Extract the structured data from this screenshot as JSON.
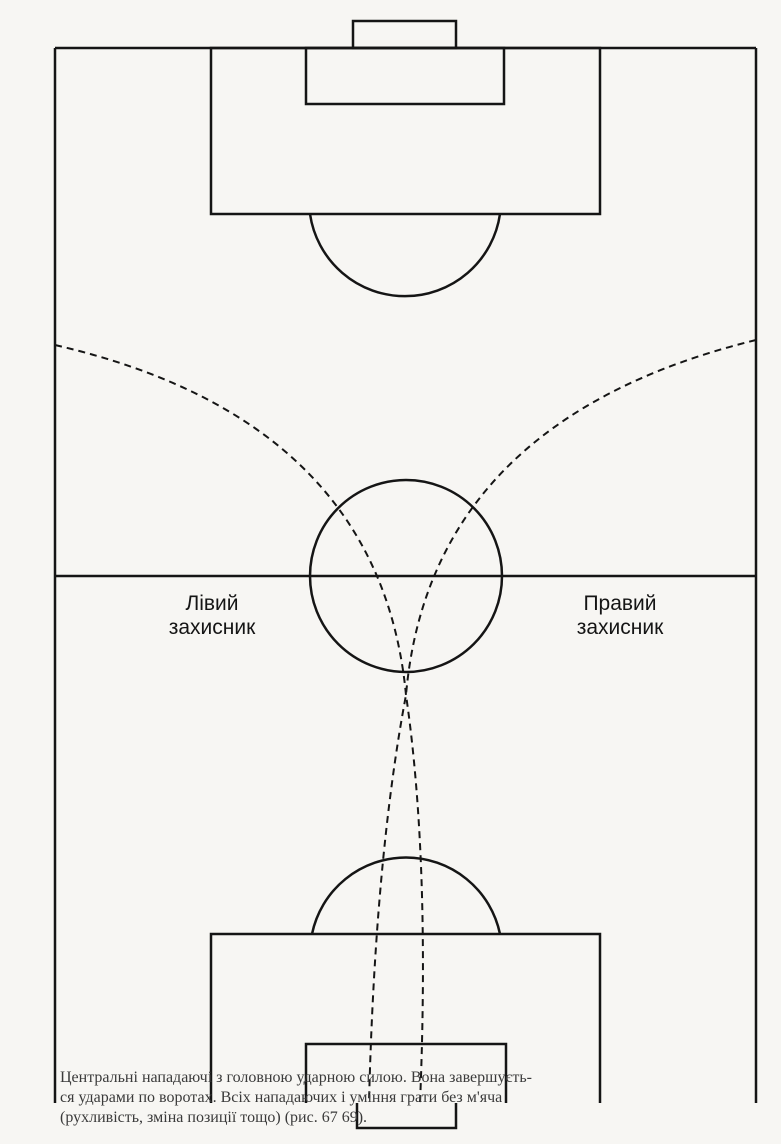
{
  "labels": {
    "left_defender": [
      "Лівий",
      "захисник"
    ],
    "right_defender": [
      "Правий",
      "захисник"
    ]
  },
  "caption": [
    "Центральні нападаючі з головною ударною силою. Вона завершуєть-",
    "ся ударами по воротах. Всіх нападаючих і уміння грати без м'яча",
    "(рухливість, зміна позиції тощо) (рис. 67 69)."
  ],
  "colors": {
    "line": "#151515",
    "paper": "#f7f6f3",
    "caption": "#3a3a3a"
  }
}
